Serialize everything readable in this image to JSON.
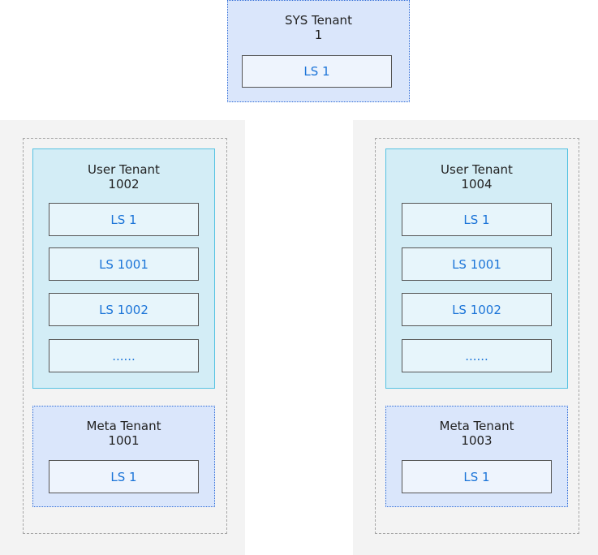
{
  "sys_tenant": {
    "name": "SYS Tenant",
    "id": "1",
    "log_streams": [
      "LS 1"
    ]
  },
  "groups": [
    {
      "user_tenant": {
        "name": "User Tenant",
        "id": "1002",
        "log_streams": [
          "LS 1",
          "LS 1001",
          "LS 1002",
          "......"
        ]
      },
      "meta_tenant": {
        "name": "Meta Tenant",
        "id": "1001",
        "log_streams": [
          "LS 1"
        ]
      }
    },
    {
      "user_tenant": {
        "name": "User Tenant",
        "id": "1004",
        "log_streams": [
          "LS 1",
          "LS 1001",
          "LS 1002",
          "......"
        ]
      },
      "meta_tenant": {
        "name": "Meta Tenant",
        "id": "1003",
        "log_streams": [
          "LS 1"
        ]
      }
    }
  ],
  "colors": {
    "ls_text": "#1b74d8",
    "sys_meta_fill": "#dae6fb",
    "user_fill": "#d3edf6",
    "group_fill": "#f3f3f3"
  }
}
